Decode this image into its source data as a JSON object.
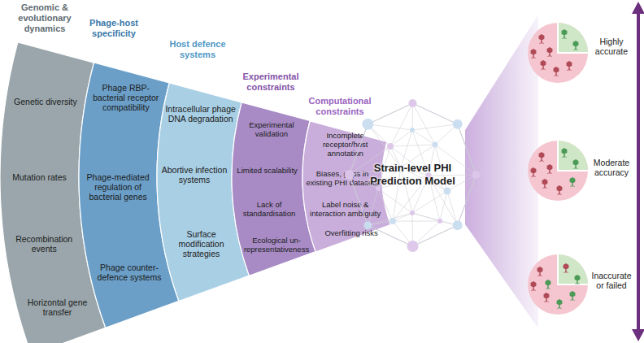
{
  "diagram": {
    "nodes": [
      {
        "text": [
          "Genomic & evolutionary dynamics",
          "Genetic diversity",
          "Mutation rates",
          "Recombination events",
          "Horizontal gene transfer"
        ]
      },
      {
        "text": [
          "Phage-host specificity",
          "Phage RBP-bacterial receptor compatibility",
          "Phage-mediated regulation of bacterial genes",
          "Phage counter-defence systems"
        ]
      },
      {
        "text": [
          "Host defence systems",
          "Intracellular phage DNA degradation",
          "Abortive infection systems",
          "Surface modification strategies"
        ]
      },
      {
        "text": [
          "Experimental constraints",
          "Experimental validation",
          "Limited scalability",
          "Lack of standardisation",
          "Ecological un-representativeness"
        ]
      },
      {
        "text": [
          "Computational constraints",
          "Incomplete receptor/host annotation",
          "Biases, gaps in existing PHI datasets",
          "Label noise & interaction ambiguity",
          "Overfitting risks"
        ]
      },
      {
        "text": [
          "Strain-level PHI Prediction Model"
        ]
      }
    ],
    "labels": [
      "Highly accurate",
      "Moderate accuracy",
      "Inaccurate or failed"
    ]
  }
}
